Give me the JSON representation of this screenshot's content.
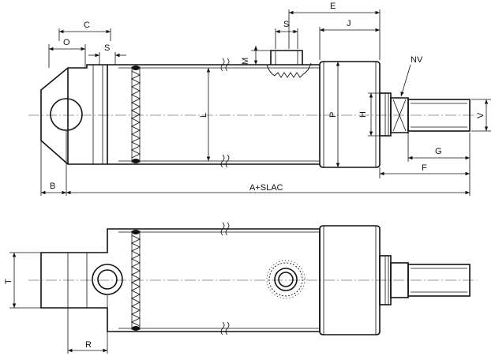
{
  "dimensions": {
    "o": "O",
    "c": "C",
    "s_port_top": "S",
    "s_port_side": "S",
    "m": "M",
    "e": "E",
    "j": "J",
    "nv": "NV",
    "l": "L",
    "p": "P",
    "h": "H",
    "v": "V",
    "g": "G",
    "f": "F",
    "b": "B",
    "a_slac": "A+SLAC",
    "t": "T",
    "r": "R"
  }
}
